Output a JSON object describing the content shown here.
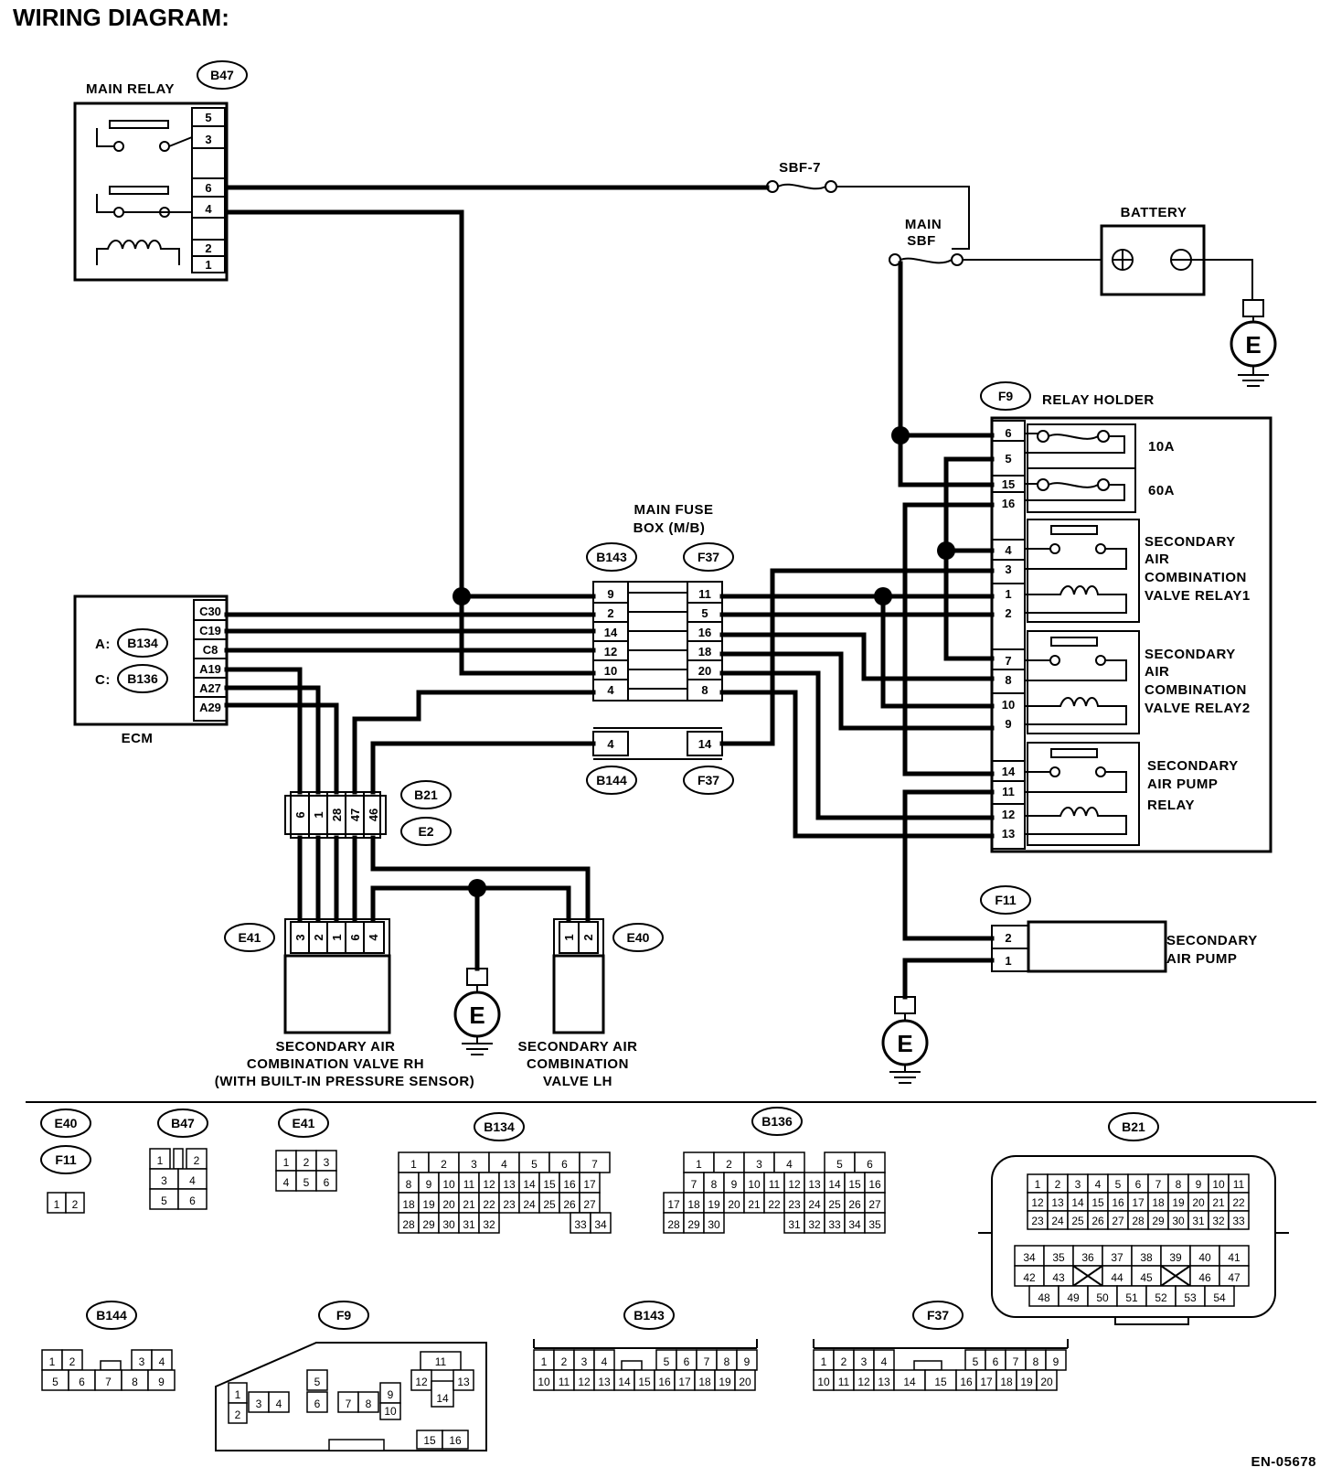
{
  "title": "WIRING DIAGRAM:",
  "doc_id": "EN-05678",
  "labels": {
    "main_relay": "MAIN RELAY",
    "sbf7": "SBF-7",
    "main_sbf_1": "MAIN",
    "main_sbf_2": "SBF",
    "battery": "BATTERY",
    "relay_holder": "RELAY HOLDER",
    "fuse_10a": "10A",
    "fuse_60a": "60A",
    "relay1": [
      "SECONDARY",
      "AIR",
      "COMBINATION",
      "VALVE RELAY1"
    ],
    "relay2": [
      "SECONDARY",
      "AIR",
      "COMBINATION",
      "VALVE RELAY2"
    ],
    "pump_relay": [
      "SECONDARY",
      "AIR PUMP",
      "RELAY"
    ],
    "main_fuse_box": [
      "MAIN FUSE",
      "BOX (M/B)"
    ],
    "ecm": "ECM",
    "ecm_a": "A:",
    "ecm_c": "C:",
    "valve_rh": [
      "SECONDARY AIR",
      "COMBINATION VALVE RH",
      "(WITH BUILT-IN PRESSURE SENSOR)"
    ],
    "valve_lh": [
      "SECONDARY AIR",
      "COMBINATION",
      "VALVE LH"
    ],
    "pump": [
      "SECONDARY",
      "AIR PUMP"
    ],
    "ground": "E"
  },
  "connectors": {
    "b47": "B47",
    "f9": "F9",
    "b143": "B143",
    "f37": "F37",
    "b144": "B144",
    "b134": "B134",
    "b136": "B136",
    "b21": "B21",
    "e2": "E2",
    "e41": "E41",
    "e40": "E40",
    "f11": "F11"
  },
  "pins": {
    "main_relay": [
      "5",
      "3",
      "6",
      "4",
      "2",
      "1"
    ],
    "ecm": [
      "C30",
      "C19",
      "C8",
      "A19",
      "A27",
      "A29"
    ],
    "b143": [
      "9",
      "2",
      "14",
      "12",
      "10",
      "4"
    ],
    "f37": [
      "11",
      "5",
      "16",
      "18",
      "20",
      "8"
    ],
    "b144": [
      "4"
    ],
    "f37_lower": [
      "14"
    ],
    "relay_holder": [
      "6",
      "5",
      "15",
      "16",
      "4",
      "3",
      "1",
      "2",
      "7",
      "8",
      "10",
      "9",
      "14",
      "11",
      "12",
      "13"
    ],
    "b21": [
      "6",
      "1",
      "28",
      "47",
      "46"
    ],
    "e41": [
      "3",
      "2",
      "1",
      "6",
      "4"
    ],
    "e40": [
      "1",
      "2"
    ],
    "f11": [
      "2",
      "1"
    ]
  },
  "faces": {
    "e40": "E40",
    "f11": "F11",
    "b47": "B47",
    "e41": "E41",
    "b134": "B134",
    "b136": "B136",
    "b21": "B21",
    "b144": "B144",
    "f9": "F9",
    "b143": "B143",
    "f37": "F37",
    "e40_pins": [
      [
        "1",
        "2"
      ]
    ],
    "b47_pins": [
      [
        "1",
        "",
        "2"
      ],
      [
        "3",
        "4"
      ],
      [
        "5",
        "6"
      ]
    ],
    "e41_pins": [
      [
        "1",
        "2",
        "3"
      ],
      [
        "4",
        "5",
        "6"
      ]
    ],
    "b134_pins": [
      [
        "1",
        "2",
        "3",
        "4",
        "5",
        "6",
        "7"
      ],
      [
        "8",
        "9",
        "10",
        "11",
        "12",
        "13",
        "14",
        "15",
        "16",
        "17"
      ],
      [
        "18",
        "19",
        "20",
        "21",
        "22",
        "23",
        "24",
        "25",
        "26",
        "27"
      ],
      [
        "28",
        "29",
        "30",
        "31",
        "32",
        "33",
        "34"
      ]
    ],
    "b136_pins": [
      [
        "1",
        "2",
        "3",
        "4",
        "5",
        "6"
      ],
      [
        "7",
        "8",
        "9",
        "10",
        "11",
        "12",
        "13",
        "14",
        "15",
        "16"
      ],
      [
        "17",
        "18",
        "19",
        "20",
        "21",
        "22",
        "23",
        "24",
        "25",
        "26",
        "27"
      ],
      [
        "28",
        "29",
        "30",
        "31",
        "32",
        "33",
        "34",
        "35"
      ]
    ],
    "b21_pins": [
      [
        "1",
        "2",
        "3",
        "4",
        "5",
        "6",
        "7",
        "8",
        "9",
        "10",
        "11"
      ],
      [
        "12",
        "13",
        "14",
        "15",
        "16",
        "17",
        "18",
        "19",
        "20",
        "21",
        "22"
      ],
      [
        "23",
        "24",
        "25",
        "26",
        "27",
        "28",
        "29",
        "30",
        "31",
        "32",
        "33"
      ],
      [
        "34",
        "35",
        "36",
        "37",
        "38",
        "39",
        "40",
        "41"
      ],
      [
        "42",
        "43",
        "44",
        "45",
        "46",
        "47"
      ],
      [
        "48",
        "49",
        "50",
        "51",
        "52",
        "53",
        "54"
      ]
    ],
    "b144_pins": [
      [
        "1",
        "2",
        "3",
        "4"
      ],
      [
        "5",
        "6",
        "7",
        "8",
        "9"
      ]
    ],
    "f9_pins": [
      "1",
      "2",
      "3",
      "4",
      "5",
      "6",
      "7",
      "8",
      "9",
      "10",
      "11",
      "12",
      "13",
      "14",
      "15",
      "16"
    ],
    "b143_pins": [
      [
        "1",
        "2",
        "3",
        "4",
        "5",
        "6",
        "7",
        "8",
        "9"
      ],
      [
        "10",
        "11",
        "12",
        "13",
        "14",
        "15",
        "16",
        "17",
        "18",
        "19",
        "20"
      ]
    ],
    "f37_pins": [
      [
        "1",
        "2",
        "3",
        "4",
        "5",
        "6",
        "7",
        "8",
        "9"
      ],
      [
        "10",
        "11",
        "12",
        "13",
        "14",
        "15",
        "16",
        "17",
        "18",
        "19",
        "20"
      ]
    ]
  }
}
